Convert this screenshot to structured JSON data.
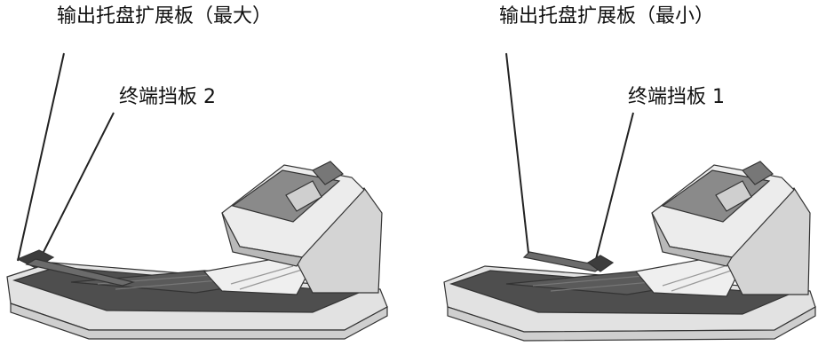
{
  "labels": {
    "left_extension": "输出托盘扩展板（最大）",
    "left_stopper": "终端挡板 2",
    "right_extension": "输出托盘扩展板（最小）",
    "right_stopper": "终端挡板 1"
  },
  "colors": {
    "line": "#222222",
    "body_light": "#e6e6e6",
    "body_mid": "#bdbdbd",
    "body_dark": "#4b4b4b",
    "screen": "#8a8a8a"
  }
}
